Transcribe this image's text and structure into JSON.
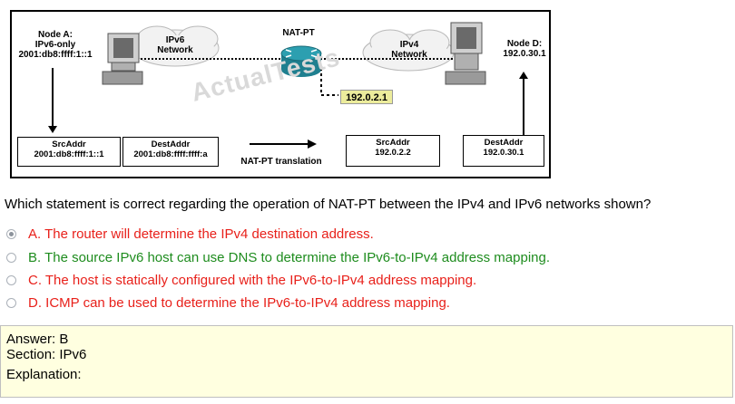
{
  "diagram": {
    "node_a": {
      "line1": "Node A:",
      "line2": "IPv6-only",
      "line3": "2001:db8:ffff:1::1"
    },
    "ipv6_network": {
      "line1": "IPv6",
      "line2": "Network"
    },
    "nat_pt": "NAT-PT",
    "ipv4_network": {
      "line1": "IPv4",
      "line2": "Network"
    },
    "node_d": {
      "line1": "Node D:",
      "line2": "192.0.30.1"
    },
    "pool_address": "192.0.2.1",
    "watermark": "ActualTests",
    "left_boxes": [
      {
        "header": "SrcAddr",
        "value": "2001:db8:ffff:1::1"
      },
      {
        "header": "DestAddr",
        "value": "2001:db8:ffff:ffff:a"
      }
    ],
    "translation_label": "NAT-PT translation",
    "right_boxes": [
      {
        "header": "SrcAddr",
        "value": "192.0.2.2"
      },
      {
        "header": "DestAddr",
        "value": "192.0.30.1"
      }
    ]
  },
  "question": "Which statement is correct regarding the operation of NAT-PT between the IPv4 and IPv6 networks shown?",
  "options": [
    {
      "text": "A.  The router will determine the IPv4 destination address.",
      "color": "#e8201a",
      "selected": true
    },
    {
      "text": "B.  The source IPv6 host can use DNS to determine the IPv6-to-IPv4 address mapping.",
      "color": "#1e8c1e",
      "selected": false
    },
    {
      "text": "C.  The host is statically configured with the IPv6-to-IPv4 address mapping.",
      "color": "#e8201a",
      "selected": false
    },
    {
      "text": "D.  ICMP can be used to determine the IPv6-to-IPv4 address mapping.",
      "color": "#e8201a",
      "selected": false
    }
  ],
  "answer": {
    "answer_line": "Answer: B",
    "section_line": "Section: IPv6",
    "explanation_label": "Explanation:"
  },
  "colors": {
    "pool_highlight": "#ecec9c",
    "router_body": "#2c9fb0",
    "answer_bg": "#ffffe0"
  }
}
